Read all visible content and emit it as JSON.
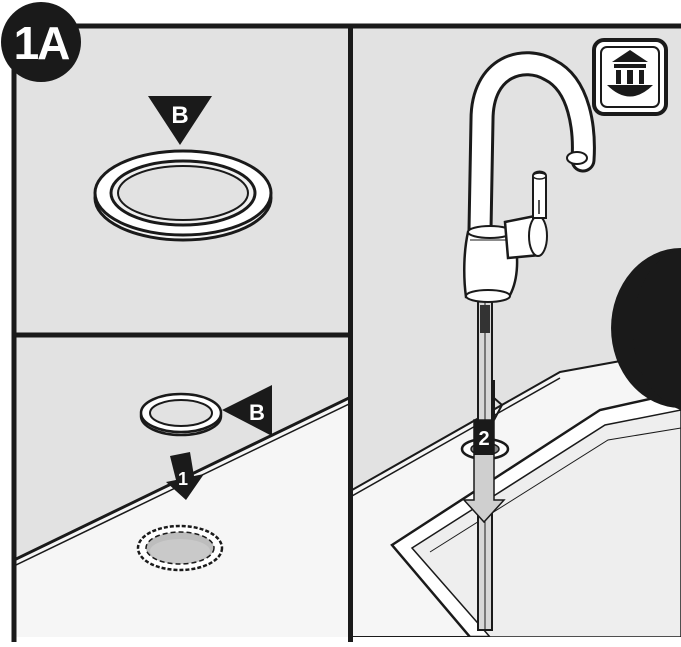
{
  "step_label": "1A",
  "callouts": {
    "part_b_top": "B",
    "part_b_side": "B",
    "step_one": "1",
    "step_two": "2"
  },
  "colors": {
    "panel_gray": "#e2e2e2",
    "line": "#1a1a1a",
    "badge": "#1a1a1a",
    "white": "#ffffff"
  },
  "icons": {
    "corner_icon": "dishwasher-icon"
  }
}
